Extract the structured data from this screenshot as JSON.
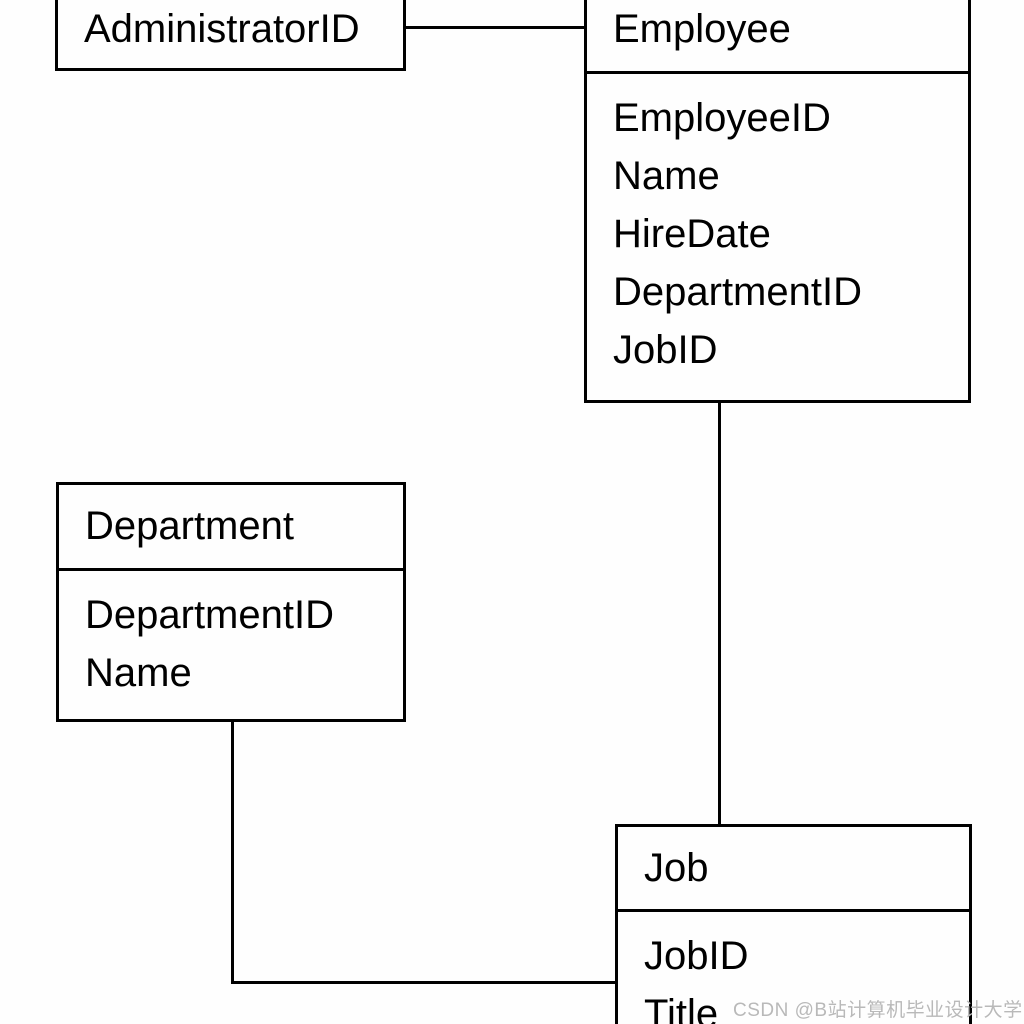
{
  "diagram": {
    "type": "entity-relationship",
    "entities": [
      {
        "title": "AdministratorID",
        "fields": []
      },
      {
        "title": "Employee",
        "fields": [
          "EmployeeID",
          "Name",
          "HireDate",
          "DepartmentID",
          "JobID"
        ]
      },
      {
        "title": "Department",
        "fields": [
          "DepartmentID",
          "Name"
        ]
      },
      {
        "title": "Job",
        "fields": [
          "JobID",
          "Title"
        ]
      }
    ],
    "relationships": [
      {
        "from": "AdministratorID",
        "to": "Employee"
      },
      {
        "from": "Employee",
        "to": "Job"
      },
      {
        "from": "Department",
        "to": "Job"
      }
    ],
    "colors": {
      "line": "#000000",
      "background": "#fefefe",
      "text": "#000000"
    }
  },
  "watermark": {
    "text": "CSDN @B站计算机毕业设计大学",
    "color": "#b9b9b9"
  }
}
